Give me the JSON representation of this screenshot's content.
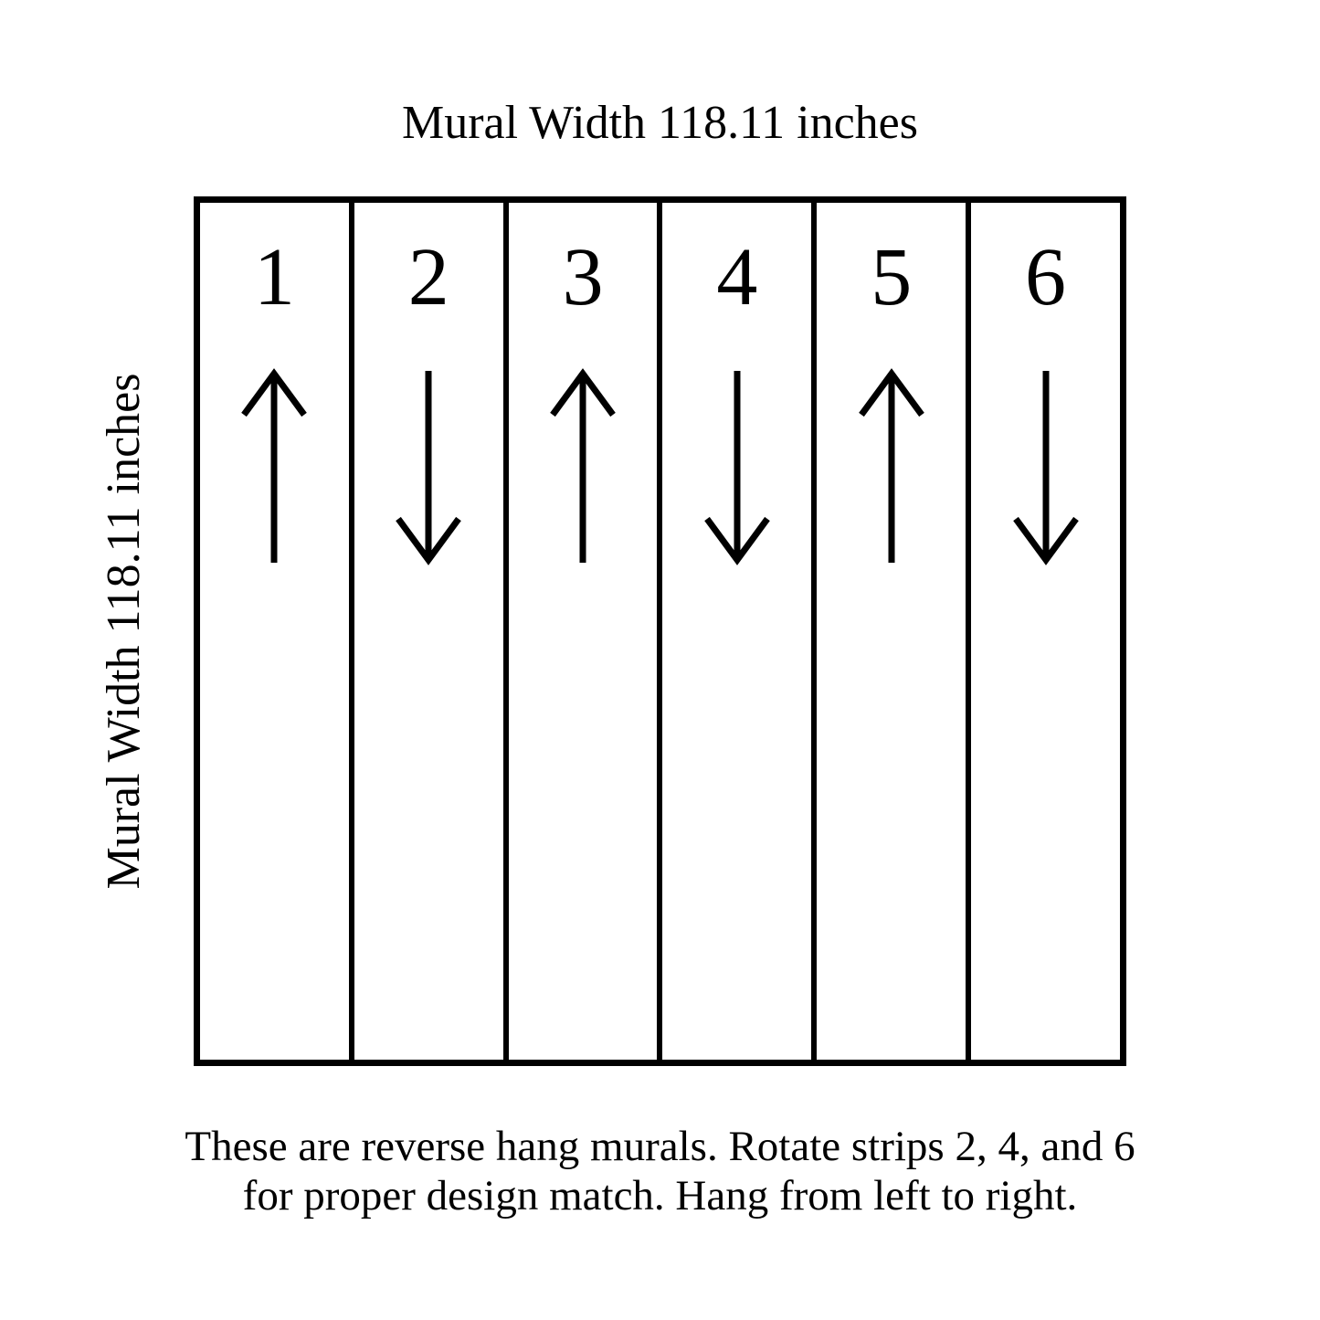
{
  "title": "Mural Width 118.11 inches",
  "side_label": "Mural Width 118.11 inches",
  "strips": [
    {
      "number": "1",
      "direction": "up"
    },
    {
      "number": "2",
      "direction": "down"
    },
    {
      "number": "3",
      "direction": "up"
    },
    {
      "number": "4",
      "direction": "down"
    },
    {
      "number": "5",
      "direction": "up"
    },
    {
      "number": "6",
      "direction": "down"
    }
  ],
  "caption": {
    "line1": "These are reverse hang murals. Rotate strips 2, 4, and 6",
    "line2": "for proper design match. Hang from left to right."
  },
  "colors": {
    "ink": "#000000",
    "background": "#ffffff"
  }
}
